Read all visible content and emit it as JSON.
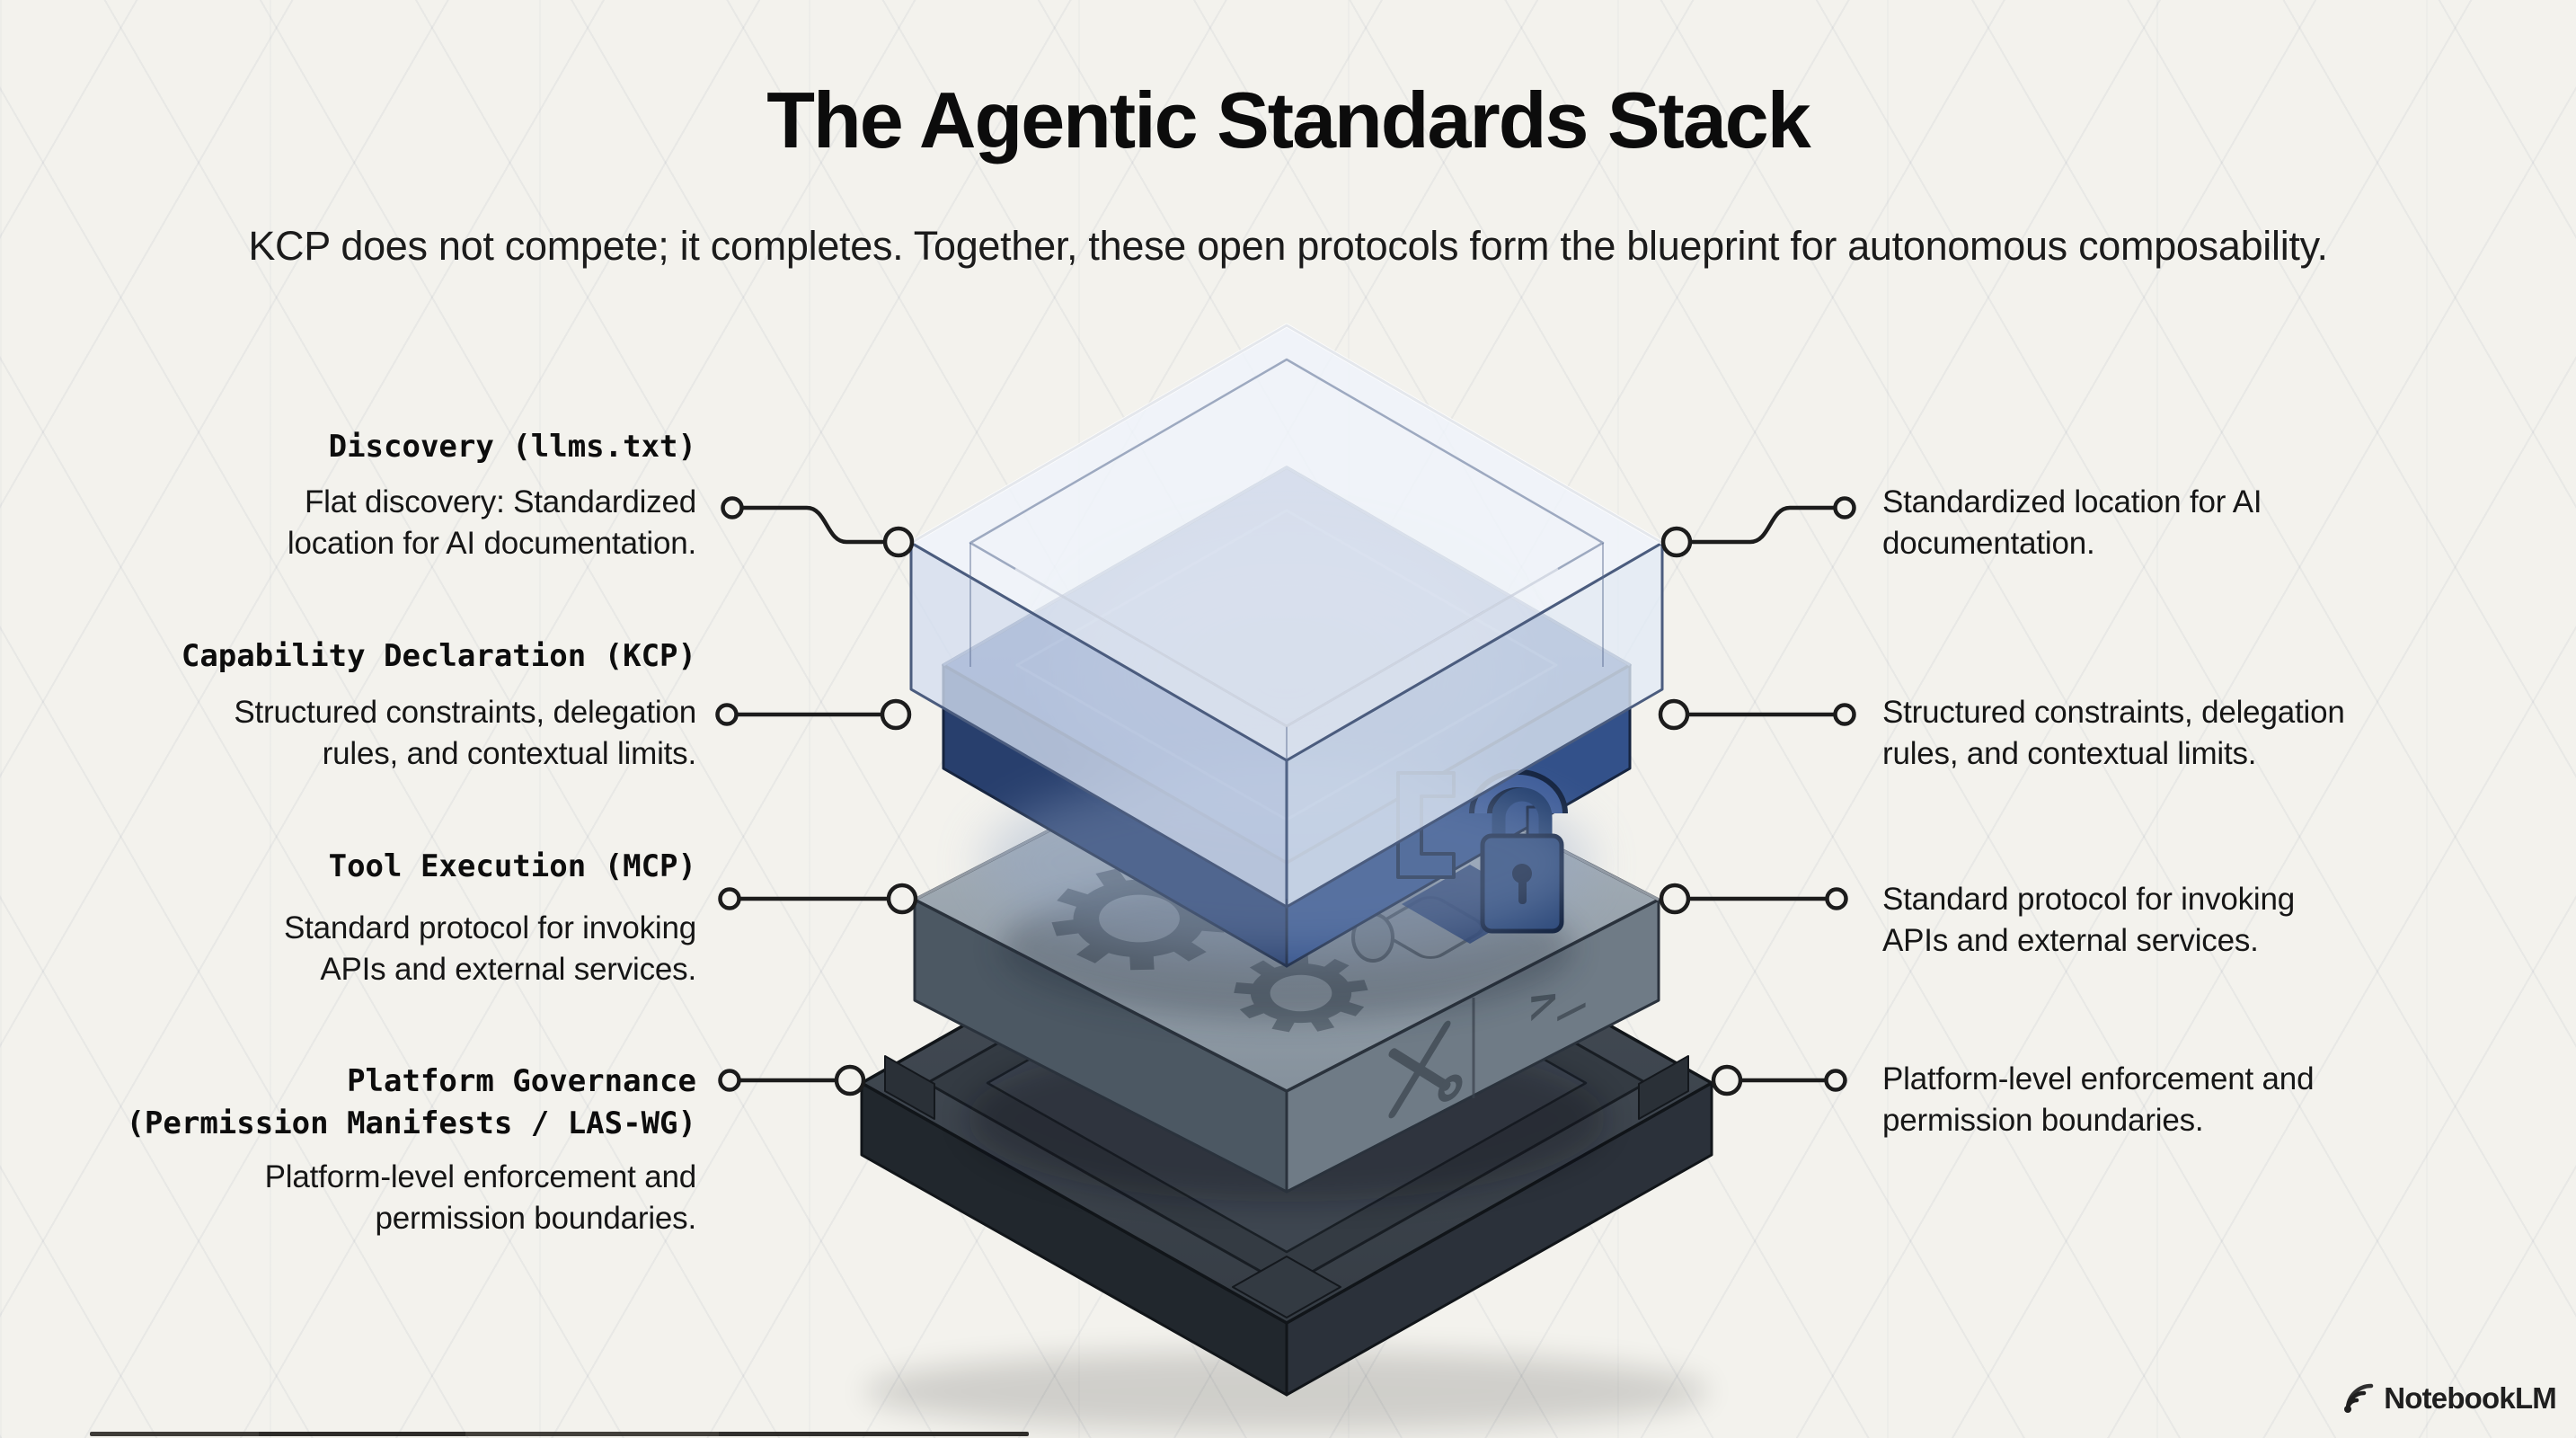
{
  "header": {
    "title": "The Agentic Standards Stack",
    "subtitle": "KCP does not compete; it completes. Together, these open protocols form the blueprint for autonomous composability."
  },
  "stack_labels": {
    "left": [
      {
        "title": "Discovery (llms.txt)",
        "desc": "Flat discovery: Standardized\nlocation for AI documentation."
      },
      {
        "title": "Capability Declaration (KCP)",
        "desc": "Structured constraints, delegation\nrules, and contextual limits."
      },
      {
        "title": "Tool Execution (MCP)",
        "desc": "Standard protocol for invoking\nAPIs and external services."
      },
      {
        "title": "Platform Governance\n(Permission Manifests / LAS-WG)",
        "desc": "Platform-level enforcement and\npermission boundaries."
      }
    ],
    "right": [
      {
        "desc": "Standardized location for AI\ndocumentation."
      },
      {
        "desc": "Structured constraints, delegation\nrules, and contextual limits."
      },
      {
        "desc": "Standard protocol for invoking\nAPIs and external services."
      },
      {
        "desc": "Platform-level enforcement and\npermission boundaries."
      }
    ]
  },
  "stack": {
    "layers": [
      {
        "name": "Discovery (llms.txt)",
        "color": "#e9eff8",
        "icons": []
      },
      {
        "name": "Capability Declaration (KCP)",
        "color": "#3b5a96",
        "icons": [
          "padlock-icon",
          "clamp-bracket-icon"
        ]
      },
      {
        "name": "Tool Execution (MCP)",
        "color": "#97a2ac",
        "icons": [
          "gear-icon",
          "hammer-icon",
          "terminal-prompt-icon",
          "crossed-tools-icon"
        ]
      },
      {
        "name": "Platform Governance (Permission Manifests / LAS-WG)",
        "color": "#3d444d",
        "icons": []
      }
    ]
  },
  "footer": {
    "brand": "NotebookLM"
  },
  "colors": {
    "background": "#f3f2ed",
    "blue_layer": "#3b5a96",
    "gray_layer": "#97a2ac",
    "dark_layer": "#3d444d",
    "glass_layer": "#e9eff8",
    "line": "#1c1c1c"
  }
}
